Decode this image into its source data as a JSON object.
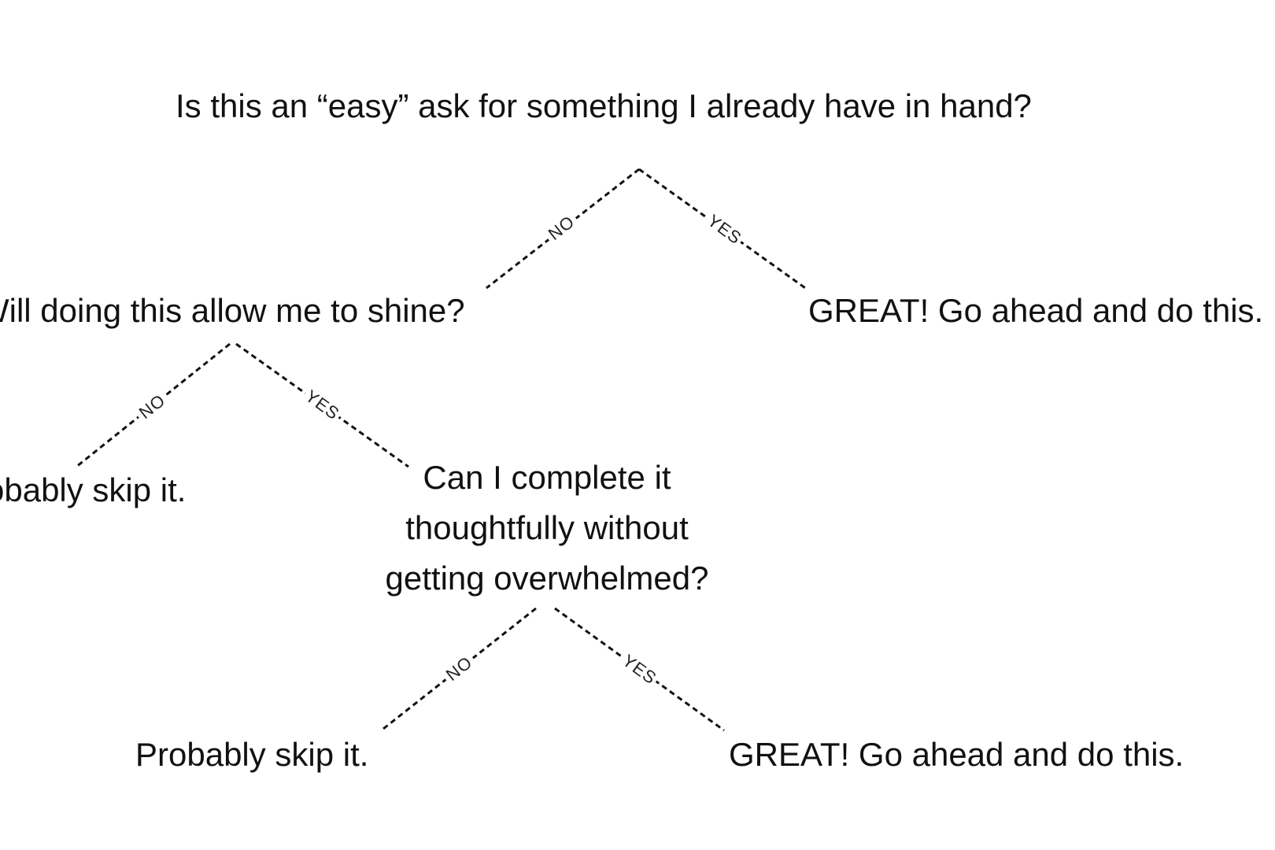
{
  "diagram": {
    "nodes": {
      "root": "Is this an “easy” ask for something I already have in hand?",
      "shine": "Will doing this allow me to shine?",
      "great_1": "GREAT! Go ahead and do this.",
      "skip_1": "Probably skip it.",
      "complete": "Can I complete it thoughtfully without getting overwhelmed?",
      "skip_2": "Probably skip it.",
      "great_2": "GREAT! Go ahead and do this."
    },
    "edge_labels": {
      "no": "NO",
      "yes": "YES"
    },
    "colors": {
      "text": "#111111",
      "line": "#111111",
      "background": "#ffffff"
    }
  }
}
